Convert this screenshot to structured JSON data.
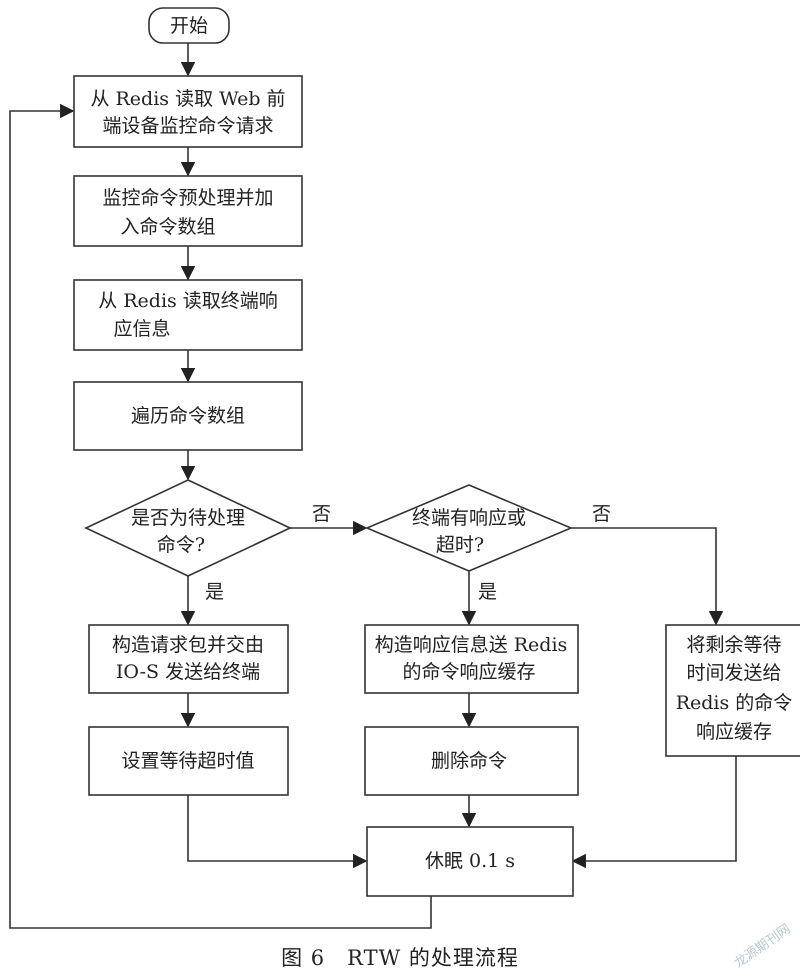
{
  "nodes": {
    "start": "开始",
    "read_web": [
      "从 Redis 读取 Web 前",
      "端设备监控命令请求"
    ],
    "preprocess": [
      "监控命令预处理并加",
      "入命令数组"
    ],
    "read_term": [
      "从 Redis 读取终端响",
      "应信息"
    ],
    "traverse": "遍历命令数组",
    "dec_pending": [
      "是否为待处理",
      "命令?"
    ],
    "dec_response": [
      "终端有响应或",
      "超时?"
    ],
    "build_req": [
      "构造请求包并交由",
      "IO-S 发送给终端"
    ],
    "set_timeout": "设置等待超时值",
    "build_resp": [
      "构造响应信息送 Redis",
      "的命令响应缓存"
    ],
    "delete_cmd": "删除命令",
    "send_remaining": [
      "将剩余等待",
      "时间发送给",
      "Redis 的命令",
      "响应缓存"
    ],
    "sleep": "休眠 0.1 s"
  },
  "labels": {
    "yes_1": "是",
    "no_1": "否",
    "yes_2": "是",
    "no_2": "否"
  },
  "caption": "图 6　RTW 的处理流程",
  "watermark": "龙源期刊网"
}
